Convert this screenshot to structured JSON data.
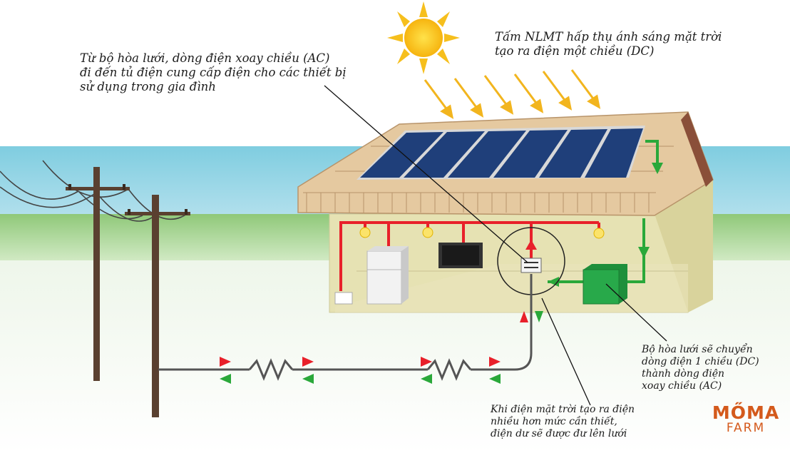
{
  "labels": {
    "grid_to_home": [
      "Từ bộ hòa lưới, dòng điện xoay chiều (AC)",
      "đi đến tủ điện cung cấp điện cho các thiết bị",
      "sử dụng trong gia đình"
    ],
    "panel_absorb": [
      "Tấm NLMT hấp thụ ánh sáng mặt trời",
      "tạo ra điện một chiều (DC)"
    ],
    "inverter_convert": [
      "Bộ hòa lưới sẽ chuyển",
      "dòng điện 1 chiều (DC)",
      "thành dòng điện",
      "xoay chiều (AC)"
    ],
    "surplus_to_grid": [
      "Khi điện mặt trời tạo ra điện",
      "nhiều  hơn mức cần thiết,",
      "điện dư sẽ được đư lên lưới"
    ]
  },
  "logo": {
    "top": "MŐMA",
    "bottom": "FARM"
  },
  "colors": {
    "ac_line": "#e8202a",
    "dc_line": "#2aa83a",
    "grid_wire": "#555555",
    "panel": "#1f3f7a",
    "roof": "#e5c9a0",
    "wall": "#e6e2b3",
    "inverter": "#28a94a",
    "sun": "#f6bf1d"
  },
  "icons": [
    "sun-icon",
    "solar-panel-icon",
    "utility-pole-icon",
    "refrigerator-icon",
    "tv-icon",
    "light-bulb-icon",
    "meter-icon",
    "inverter-box-icon",
    "resistor-icon",
    "arrow-icon"
  ]
}
